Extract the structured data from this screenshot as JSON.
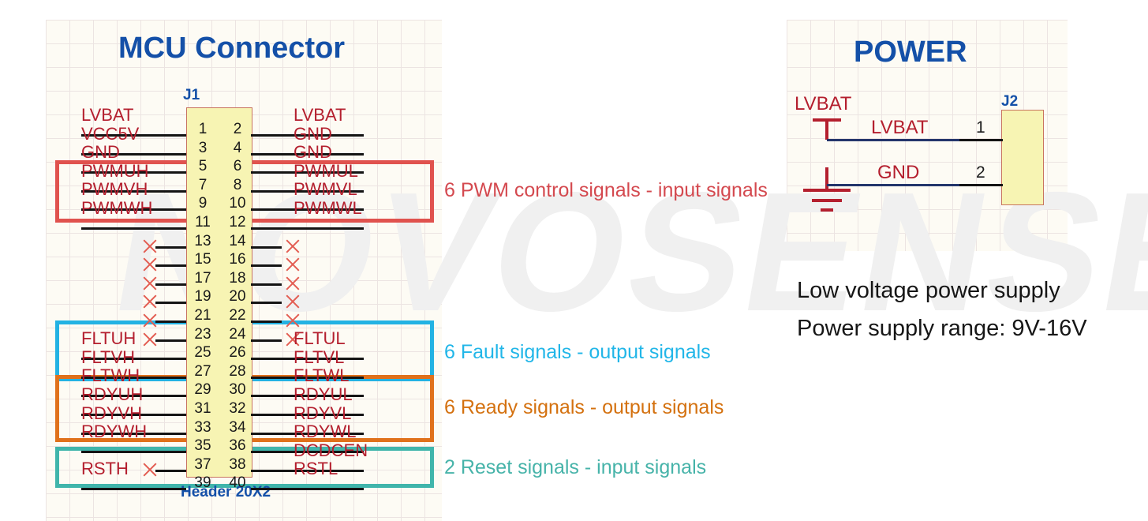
{
  "watermark": "NOVOSENSE",
  "left_panel": {
    "title": "MCU  Connector",
    "refdes": "J1",
    "footprint": "Header 20X2",
    "rows": [
      {
        "left": "LVBAT",
        "pins": [
          "1",
          "2"
        ],
        "right": "LVBAT",
        "lx": false,
        "rx": false
      },
      {
        "left": "VCC5V",
        "pins": [
          "3",
          "4"
        ],
        "right": "GND",
        "lx": false,
        "rx": false
      },
      {
        "left": "GND",
        "pins": [
          "5",
          "6"
        ],
        "right": "GND",
        "lx": false,
        "rx": false
      },
      {
        "left": "PWMUH",
        "pins": [
          "7",
          "8"
        ],
        "right": "PWMUL",
        "lx": false,
        "rx": false
      },
      {
        "left": "PWMVH",
        "pins": [
          "9",
          "10"
        ],
        "right": "PWMVL",
        "lx": false,
        "rx": false
      },
      {
        "left": "PWMWH",
        "pins": [
          "11",
          "12"
        ],
        "right": "PWMWL",
        "lx": false,
        "rx": false
      },
      {
        "left": "",
        "pins": [
          "13",
          "14"
        ],
        "right": "",
        "lx": true,
        "rx": true
      },
      {
        "left": "",
        "pins": [
          "15",
          "16"
        ],
        "right": "",
        "lx": true,
        "rx": true
      },
      {
        "left": "",
        "pins": [
          "17",
          "18"
        ],
        "right": "",
        "lx": true,
        "rx": true
      },
      {
        "left": "",
        "pins": [
          "19",
          "20"
        ],
        "right": "",
        "lx": true,
        "rx": true
      },
      {
        "left": "",
        "pins": [
          "21",
          "22"
        ],
        "right": "",
        "lx": true,
        "rx": true
      },
      {
        "left": "",
        "pins": [
          "23",
          "24"
        ],
        "right": "",
        "lx": true,
        "rx": true
      },
      {
        "left": "FLTUH",
        "pins": [
          "25",
          "26"
        ],
        "right": "FLTUL",
        "lx": false,
        "rx": false
      },
      {
        "left": "FLTVH",
        "pins": [
          "27",
          "28"
        ],
        "right": "FLTVL",
        "lx": false,
        "rx": false
      },
      {
        "left": "FLTWH",
        "pins": [
          "29",
          "30"
        ],
        "right": "FLTWL",
        "lx": false,
        "rx": false
      },
      {
        "left": "RDYUH",
        "pins": [
          "31",
          "32"
        ],
        "right": "RDYUL",
        "lx": false,
        "rx": false
      },
      {
        "left": "RDYVH",
        "pins": [
          "33",
          "34"
        ],
        "right": "RDYVL",
        "lx": false,
        "rx": false
      },
      {
        "left": "RDYWH",
        "pins": [
          "35",
          "36"
        ],
        "right": "RDYWL",
        "lx": false,
        "rx": false
      },
      {
        "left": "",
        "pins": [
          "37",
          "38"
        ],
        "right": "DCDCEN",
        "lx": true,
        "rx": false
      },
      {
        "left": "RSTH",
        "pins": [
          "39",
          "40"
        ],
        "right": "RSTL",
        "lx": false,
        "rx": false
      }
    ],
    "groups": [
      {
        "id": "pwm",
        "label": "6 PWM control signals - input signals",
        "color": "#e0524e",
        "text_color": "#d4494f"
      },
      {
        "id": "flt",
        "label": "6 Fault signals - output signals",
        "color": "#23b2e3",
        "text_color": "#21b6e8"
      },
      {
        "id": "rdy",
        "label": "6 Ready signals - output signals",
        "color": "#e0711b",
        "text_color": "#d4710f"
      },
      {
        "id": "rst",
        "label": "2 Reset signals - input signals",
        "color": "#40b5ab",
        "text_color": "#46b3a9"
      }
    ]
  },
  "right_panel": {
    "title": "POWER",
    "refdes": "J2",
    "port_label": "LVBAT",
    "nets": [
      {
        "name": "LVBAT",
        "pin": "1"
      },
      {
        "name": "GND",
        "pin": "2"
      }
    ],
    "captions": [
      "Low voltage power supply",
      "Power supply range: 9V-16V"
    ]
  },
  "colors": {
    "sheet_bg": "#fdfbf4",
    "grid": "#ece4e2",
    "title_blue": "#1450a8",
    "net_red": "#b41f2e",
    "conn_fill": "#f7f4b3",
    "conn_border": "#c8745f",
    "wire_black": "#141414",
    "wire_blue": "#23356b",
    "nc_x": "#e35d52"
  }
}
